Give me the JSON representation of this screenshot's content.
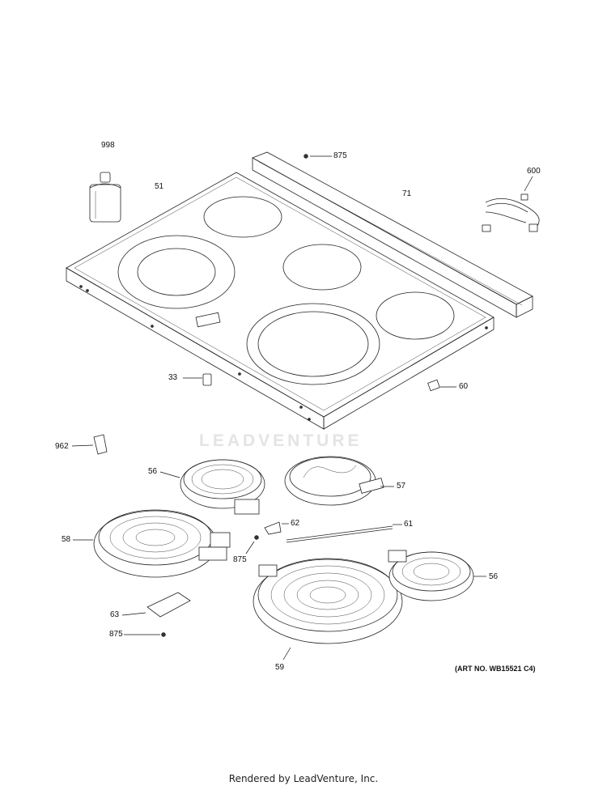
{
  "watermark": "LEADVENTURE",
  "art_number": "(ART NO. WB15521 C4)",
  "footer": "Rendered by LeadVenture, Inc.",
  "callouts": {
    "c998": "998",
    "c875a": "875",
    "c600": "600",
    "c51": "51",
    "c71": "71",
    "c33": "33",
    "c60": "60",
    "c962": "962",
    "c56a": "56",
    "c57": "57",
    "c62": "62",
    "c58": "58",
    "c61": "61",
    "c875b": "875",
    "c56b": "56",
    "c63": "63",
    "c875c": "875",
    "c59": "59"
  }
}
